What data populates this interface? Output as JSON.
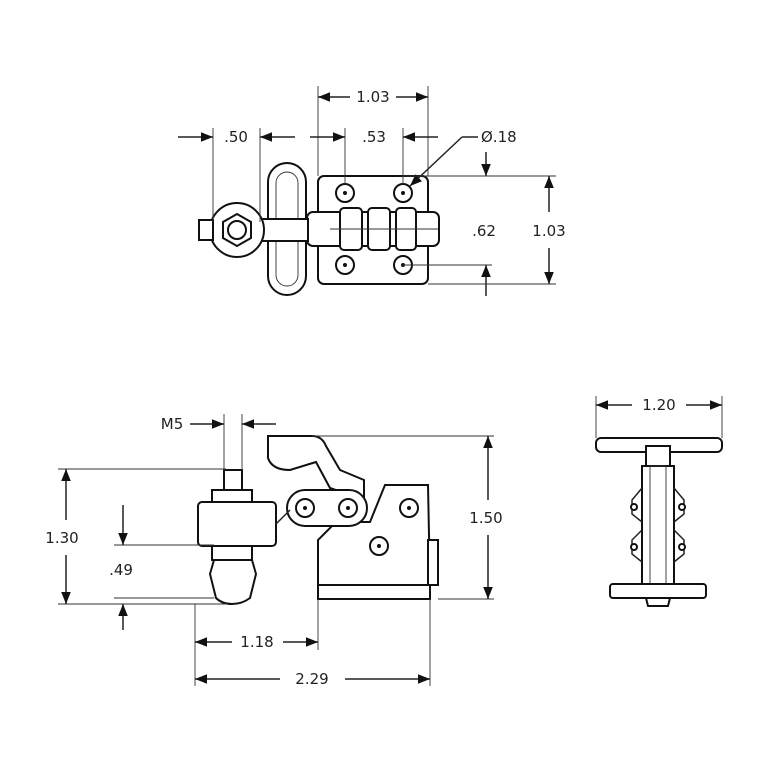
{
  "top_view": {
    "dim_overall_width": "1.03",
    "dim_spindle": ".50",
    "dim_hole_spacing": ".53",
    "dim_hole_diameter": "Ø.18",
    "dim_hole_pitch": ".62",
    "dim_overall_height": "1.03"
  },
  "side_view": {
    "dim_thread": "M5",
    "dim_spindle_height": "1.30",
    "dim_spindle_offset": ".49",
    "dim_overall_height": "1.50",
    "dim_reach": "1.18",
    "dim_overall_length": "2.29"
  },
  "end_view": {
    "dim_width": "1.20"
  }
}
